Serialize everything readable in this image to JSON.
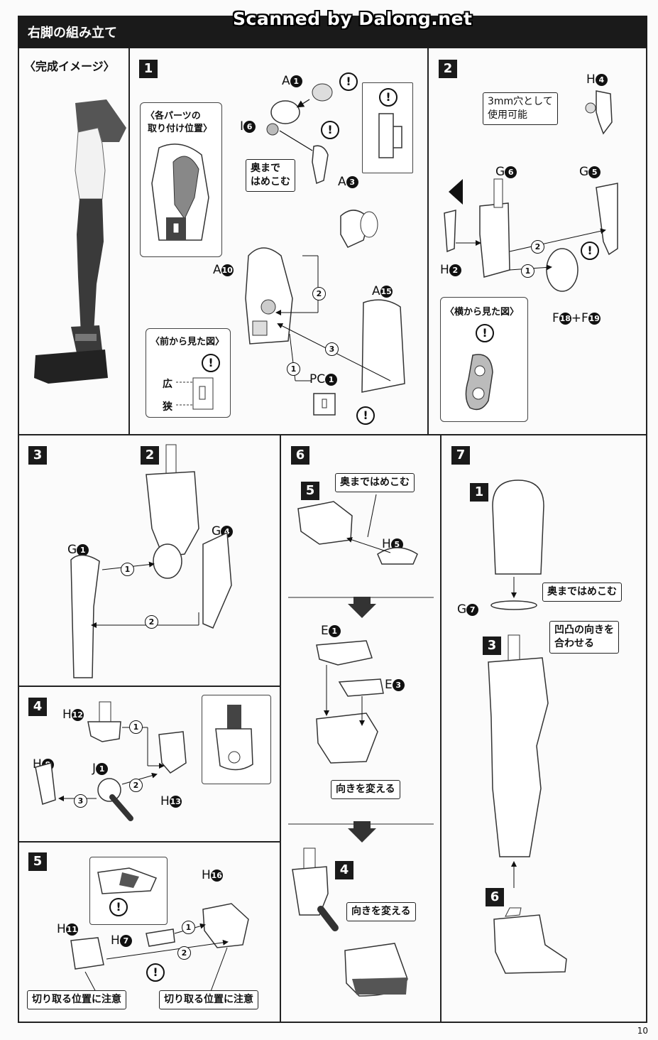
{
  "watermark": "Scanned by Dalong.net",
  "header": {
    "title": "右脚の組み立て"
  },
  "completed": {
    "title": "〈完成イメージ〉"
  },
  "steps": {
    "s1": {
      "num": "1"
    },
    "s2": {
      "num": "2"
    },
    "s3": {
      "num": "3"
    },
    "s4": {
      "num": "4"
    },
    "s5": {
      "num": "5"
    },
    "s6": {
      "num": "6"
    },
    "s7": {
      "num": "7"
    }
  },
  "step1": {
    "inset_title_l1": "〈各パーツの",
    "inset_title_l2": "取り付け位置〉",
    "front_view_title": "〈前から見た図〉",
    "wide": "広",
    "narrow": "狭",
    "callout_l1": "奥まで",
    "callout_l2": "はめこむ",
    "parts": {
      "a1": "A",
      "a1n": "1",
      "i6": "I",
      "i6n": "6",
      "a3": "A",
      "a3n": "3",
      "a10": "A",
      "a10n": "10",
      "a15": "A",
      "a15n": "15",
      "pc1": "PC",
      "pc1n": "1"
    },
    "order": [
      "1",
      "2",
      "3"
    ]
  },
  "step2": {
    "callout_l1": "3mm穴として",
    "callout_l2": "使用可能",
    "side_view_title": "〈横から見た図〉",
    "parts": {
      "h4": "H",
      "h4n": "4",
      "g6": "G",
      "g6n": "6",
      "g5": "G",
      "g5n": "5",
      "h2": "H",
      "h2n": "2",
      "f18": "F",
      "f18n": "18",
      "plus": "+",
      "f19": "F",
      "f19n": "19"
    },
    "order": [
      "1",
      "2"
    ]
  },
  "step3": {
    "parts": {
      "ref2": "2",
      "g1": "G",
      "g1n": "1",
      "g4": "G",
      "g4n": "4"
    },
    "order": [
      "1",
      "2"
    ]
  },
  "step4": {
    "parts": {
      "h12": "H",
      "h12n": "12",
      "h8": "H",
      "h8n": "8",
      "j1": "J",
      "j1n": "1",
      "h13": "H",
      "h13n": "13"
    },
    "order": [
      "1",
      "2",
      "3"
    ]
  },
  "step5": {
    "parts": {
      "h16": "H",
      "h16n": "16",
      "h11": "H",
      "h11n": "11",
      "h7": "H",
      "h7n": "7"
    },
    "caution_left": "切り取る位置に注意",
    "caution_right": "切り取る位置に注意",
    "order": [
      "1",
      "2"
    ]
  },
  "step6": {
    "ref5": "5",
    "callout_press": "奥まではめこむ",
    "parts": {
      "h5": "H",
      "h5n": "5",
      "e1": "E",
      "e1n": "1",
      "e3": "E",
      "e3n": "3"
    },
    "callout_turn1": "向きを変える",
    "ref4": "4",
    "callout_turn2": "向きを変える"
  },
  "step7": {
    "ref1": "1",
    "callout_press": "奥まではめこむ",
    "g7": "G",
    "g7n": "7",
    "ref3": "3",
    "callout_align_l1": "凹凸の向きを",
    "callout_align_l2": "合わせる",
    "ref6": "6"
  },
  "warn_symbol": "!",
  "page_number": "10"
}
